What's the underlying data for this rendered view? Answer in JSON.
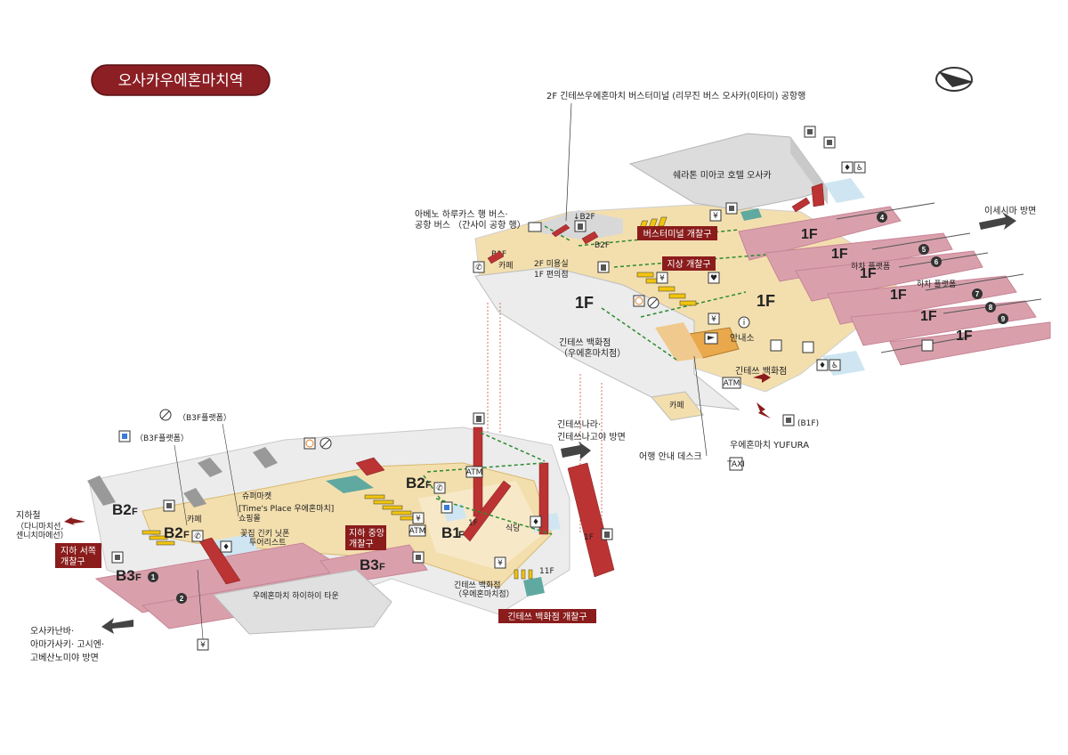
{
  "title": "오사카우에혼마치역",
  "colors": {
    "platform": "#d9a0ac",
    "platform_edge": "#c88496",
    "concourse": "#f3dfae",
    "concourse_light": "#f7e9c8",
    "grey_area": "#e2e2e2",
    "gate_red": "#8a1c1c",
    "title_bg": "#8b1f24",
    "route_green": "#2e8b2e",
    "teal": "#5fa9a0",
    "shop_orange": "#e9a84b"
  },
  "upper": {
    "bus_terminal": "2F 긴테쓰우에혼마치 버스터미널 (리무진 버스 오사카(이타미) 공항행",
    "hotel": "쉐라톤 미아코 호텔 오사카",
    "bus_stop_line1": "아베노 하루카스 행 버스·",
    "bus_stop_line2": "공항 버스 （간사이 공항 행）",
    "b2f_marker": "↓B2F",
    "b1f_marker": "B1F",
    "b2f_marker2": "B2F",
    "cafe_top": "카페",
    "salon_line1": "2F 미용실",
    "salon_line2": "1F 편의점",
    "bus_gate": "버스터미널 개찰구",
    "ground_gate": "지상 개찰구",
    "floor_1f": "1F",
    "floor_main": "1F",
    "dept_line1": "긴테쓰 백화점",
    "dept_line2": "（우에혼마치점）",
    "info": "안내소",
    "dept_right": "긴테쓰 백화점",
    "atm": "ATM",
    "cafe_bottom": "카페",
    "b1f_lock": "(B1F)",
    "yufura": "우에혼마치 YUFURA",
    "travel_desk": "어행 안내 데스크",
    "taxi": "TAXI",
    "direction_ise": "이세시마 방면",
    "unloading_1": "하차 플랫폼",
    "unloading_2": "하차 플랫폼",
    "yen": "¥"
  },
  "platforms_upper": [
    {
      "floor": "1F",
      "number": "4"
    },
    {
      "floor": "1F",
      "number": "5"
    },
    {
      "floor": "1F",
      "number": "6"
    },
    {
      "floor": "1F",
      "number": "7"
    },
    {
      "floor": "1F",
      "number": "8"
    },
    {
      "floor": "1F",
      "number": "9"
    }
  ],
  "lower": {
    "direction_nara_line1": "긴테쓰나라·",
    "direction_nara_line2": "긴테쓰나고야 방면",
    "b3f_platform_a": "（B3F플랫폼）",
    "b3f_platform_b": "（B3F플랫폼）",
    "supermarket": "슈퍼마켓",
    "times_place_line1": "[Time's Place 우에혼마치]",
    "times_place_line2": "쇼핑몰",
    "shops_line1": "꽃집 긴키 닛폰",
    "shops_line2": "투어리스트",
    "cafe": "카페",
    "subway_line1": "지하철",
    "subway_line2": "（다니마치선,",
    "subway_line3": "센니치마에선）",
    "west_gate_line1": "지하 서쪽",
    "west_gate_line2": "개찰구",
    "central_gate_line1": "지하 중앙",
    "central_gate_line2": "개찰구",
    "dept_gate": "긴테쓰 백화점 개찰구",
    "restaurant": "식당",
    "dept_line1": "긴테쓰 백화점",
    "dept_line2": "（우에혼마치점）",
    "hi_town": "우에혼마치 하이하이 타운",
    "direction_namba_line1": "오사카난바·",
    "direction_namba_line2": "아마가사키· 고시엔·",
    "direction_namba_line3": "고베산노미야 방면",
    "floor_b2f_a": "B2",
    "floor_b2f_b": "B2",
    "floor_b2f_c": "B2",
    "floor_b1f": "B1",
    "floor_b3f_a": "B3",
    "floor_b3f_b": "B3",
    "f_suffix": "F",
    "f1_marker_a": "1F",
    "f1_marker_b": "1F",
    "f11_marker": "11F",
    "atm": "ATM",
    "atm2": "ATM",
    "platform_num_1": "1",
    "platform_num_2": "2",
    "yen": "¥"
  }
}
